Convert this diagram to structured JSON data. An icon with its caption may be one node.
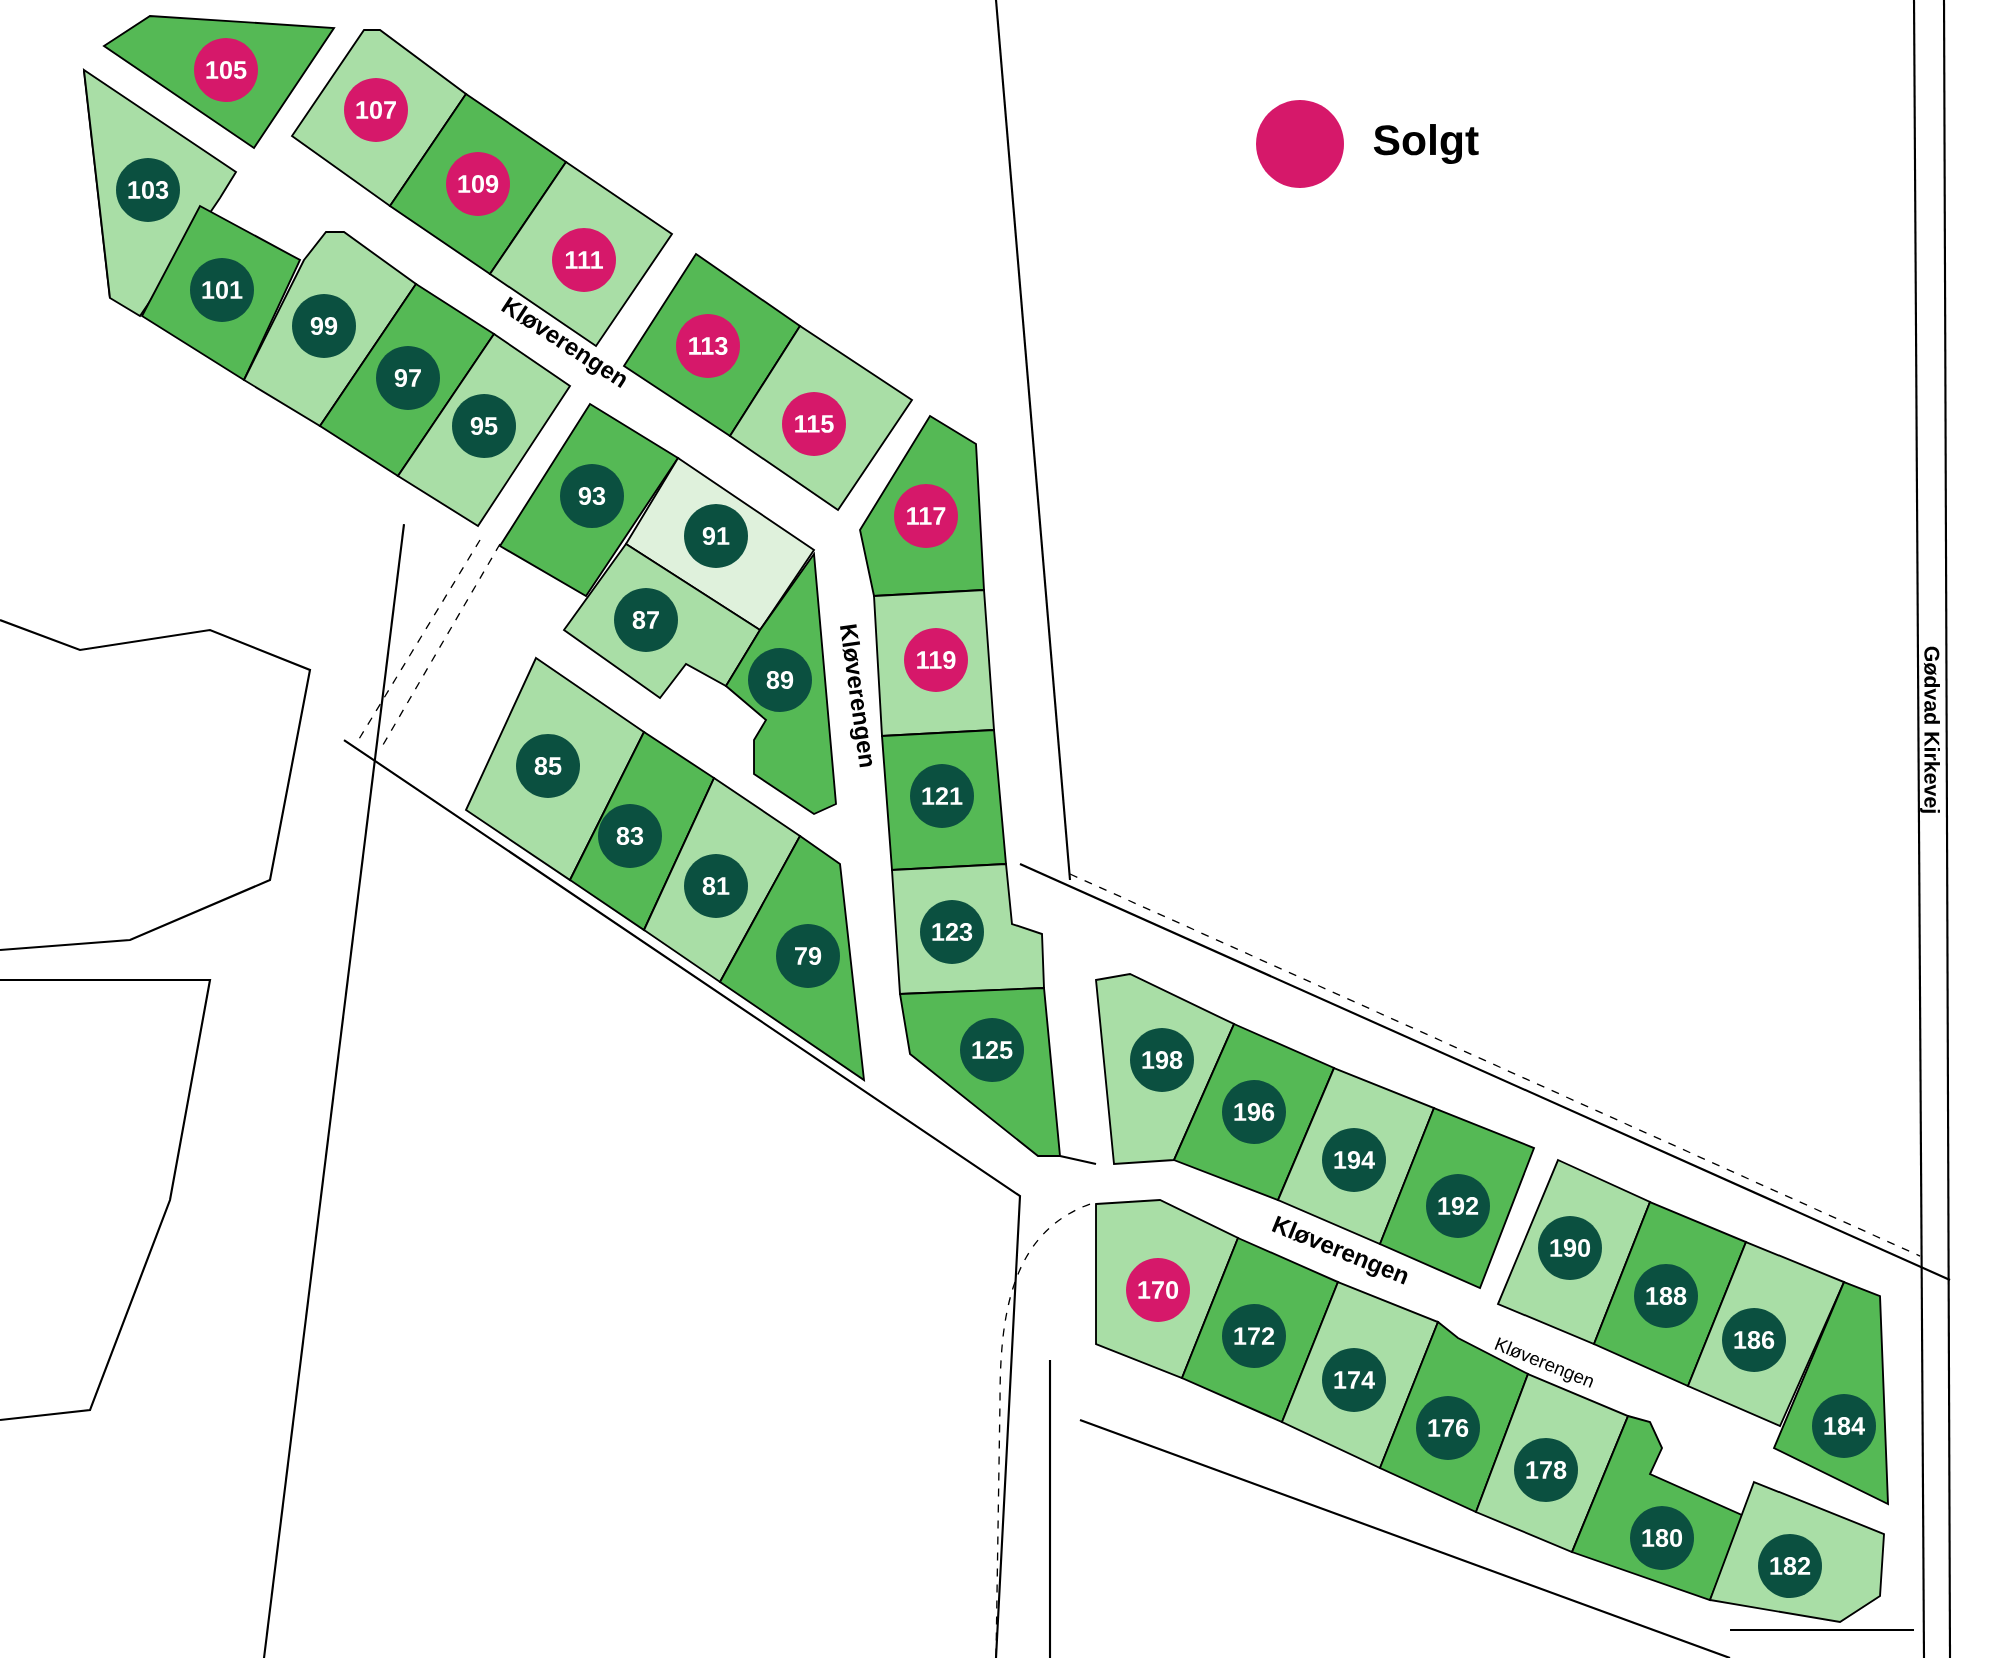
{
  "diagram": {
    "nodes": [
      {
        "text": [
          "105"
        ]
      },
      {
        "text": [
          "103"
        ]
      },
      {
        "text": [
          "107"
        ]
      },
      {
        "text": [
          "109"
        ]
      },
      {
        "text": [
          "111"
        ]
      },
      {
        "text": [
          "113"
        ]
      },
      {
        "text": [
          "115"
        ]
      },
      {
        "text": [
          "101"
        ]
      },
      {
        "text": [
          "99"
        ]
      },
      {
        "text": [
          "97"
        ]
      },
      {
        "text": [
          "95"
        ]
      },
      {
        "text": [
          "93"
        ]
      },
      {
        "text": [
          "91"
        ]
      },
      {
        "text": [
          "87"
        ]
      },
      {
        "text": [
          "89"
        ]
      },
      {
        "text": [
          "85"
        ]
      },
      {
        "text": [
          "83"
        ]
      },
      {
        "text": [
          "81"
        ]
      },
      {
        "text": [
          "79"
        ]
      },
      {
        "text": [
          "117"
        ]
      },
      {
        "text": [
          "119"
        ]
      },
      {
        "text": [
          "121"
        ]
      },
      {
        "text": [
          "123"
        ]
      },
      {
        "text": [
          "125"
        ]
      },
      {
        "text": [
          "198"
        ]
      },
      {
        "text": [
          "196"
        ]
      },
      {
        "text": [
          "194"
        ]
      },
      {
        "text": [
          "192"
        ]
      },
      {
        "text": [
          "190"
        ]
      },
      {
        "text": [
          "188"
        ]
      },
      {
        "text": [
          "186"
        ]
      },
      {
        "text": [
          "184"
        ]
      },
      {
        "text": [
          "170"
        ]
      },
      {
        "text": [
          "172"
        ]
      },
      {
        "text": [
          "174"
        ]
      },
      {
        "text": [
          "176"
        ]
      },
      {
        "text": [
          "178"
        ]
      },
      {
        "text": [
          "180"
        ]
      },
      {
        "text": [
          "182"
        ]
      }
    ],
    "labels": [
      "Kløverengen",
      "Kløverengen",
      "Kløverengen",
      "Kløverengen",
      "Gødvad Kirkevej"
    ],
    "legend": [
      {
        "text": "Solgt",
        "color": "#d6186a"
      }
    ]
  }
}
